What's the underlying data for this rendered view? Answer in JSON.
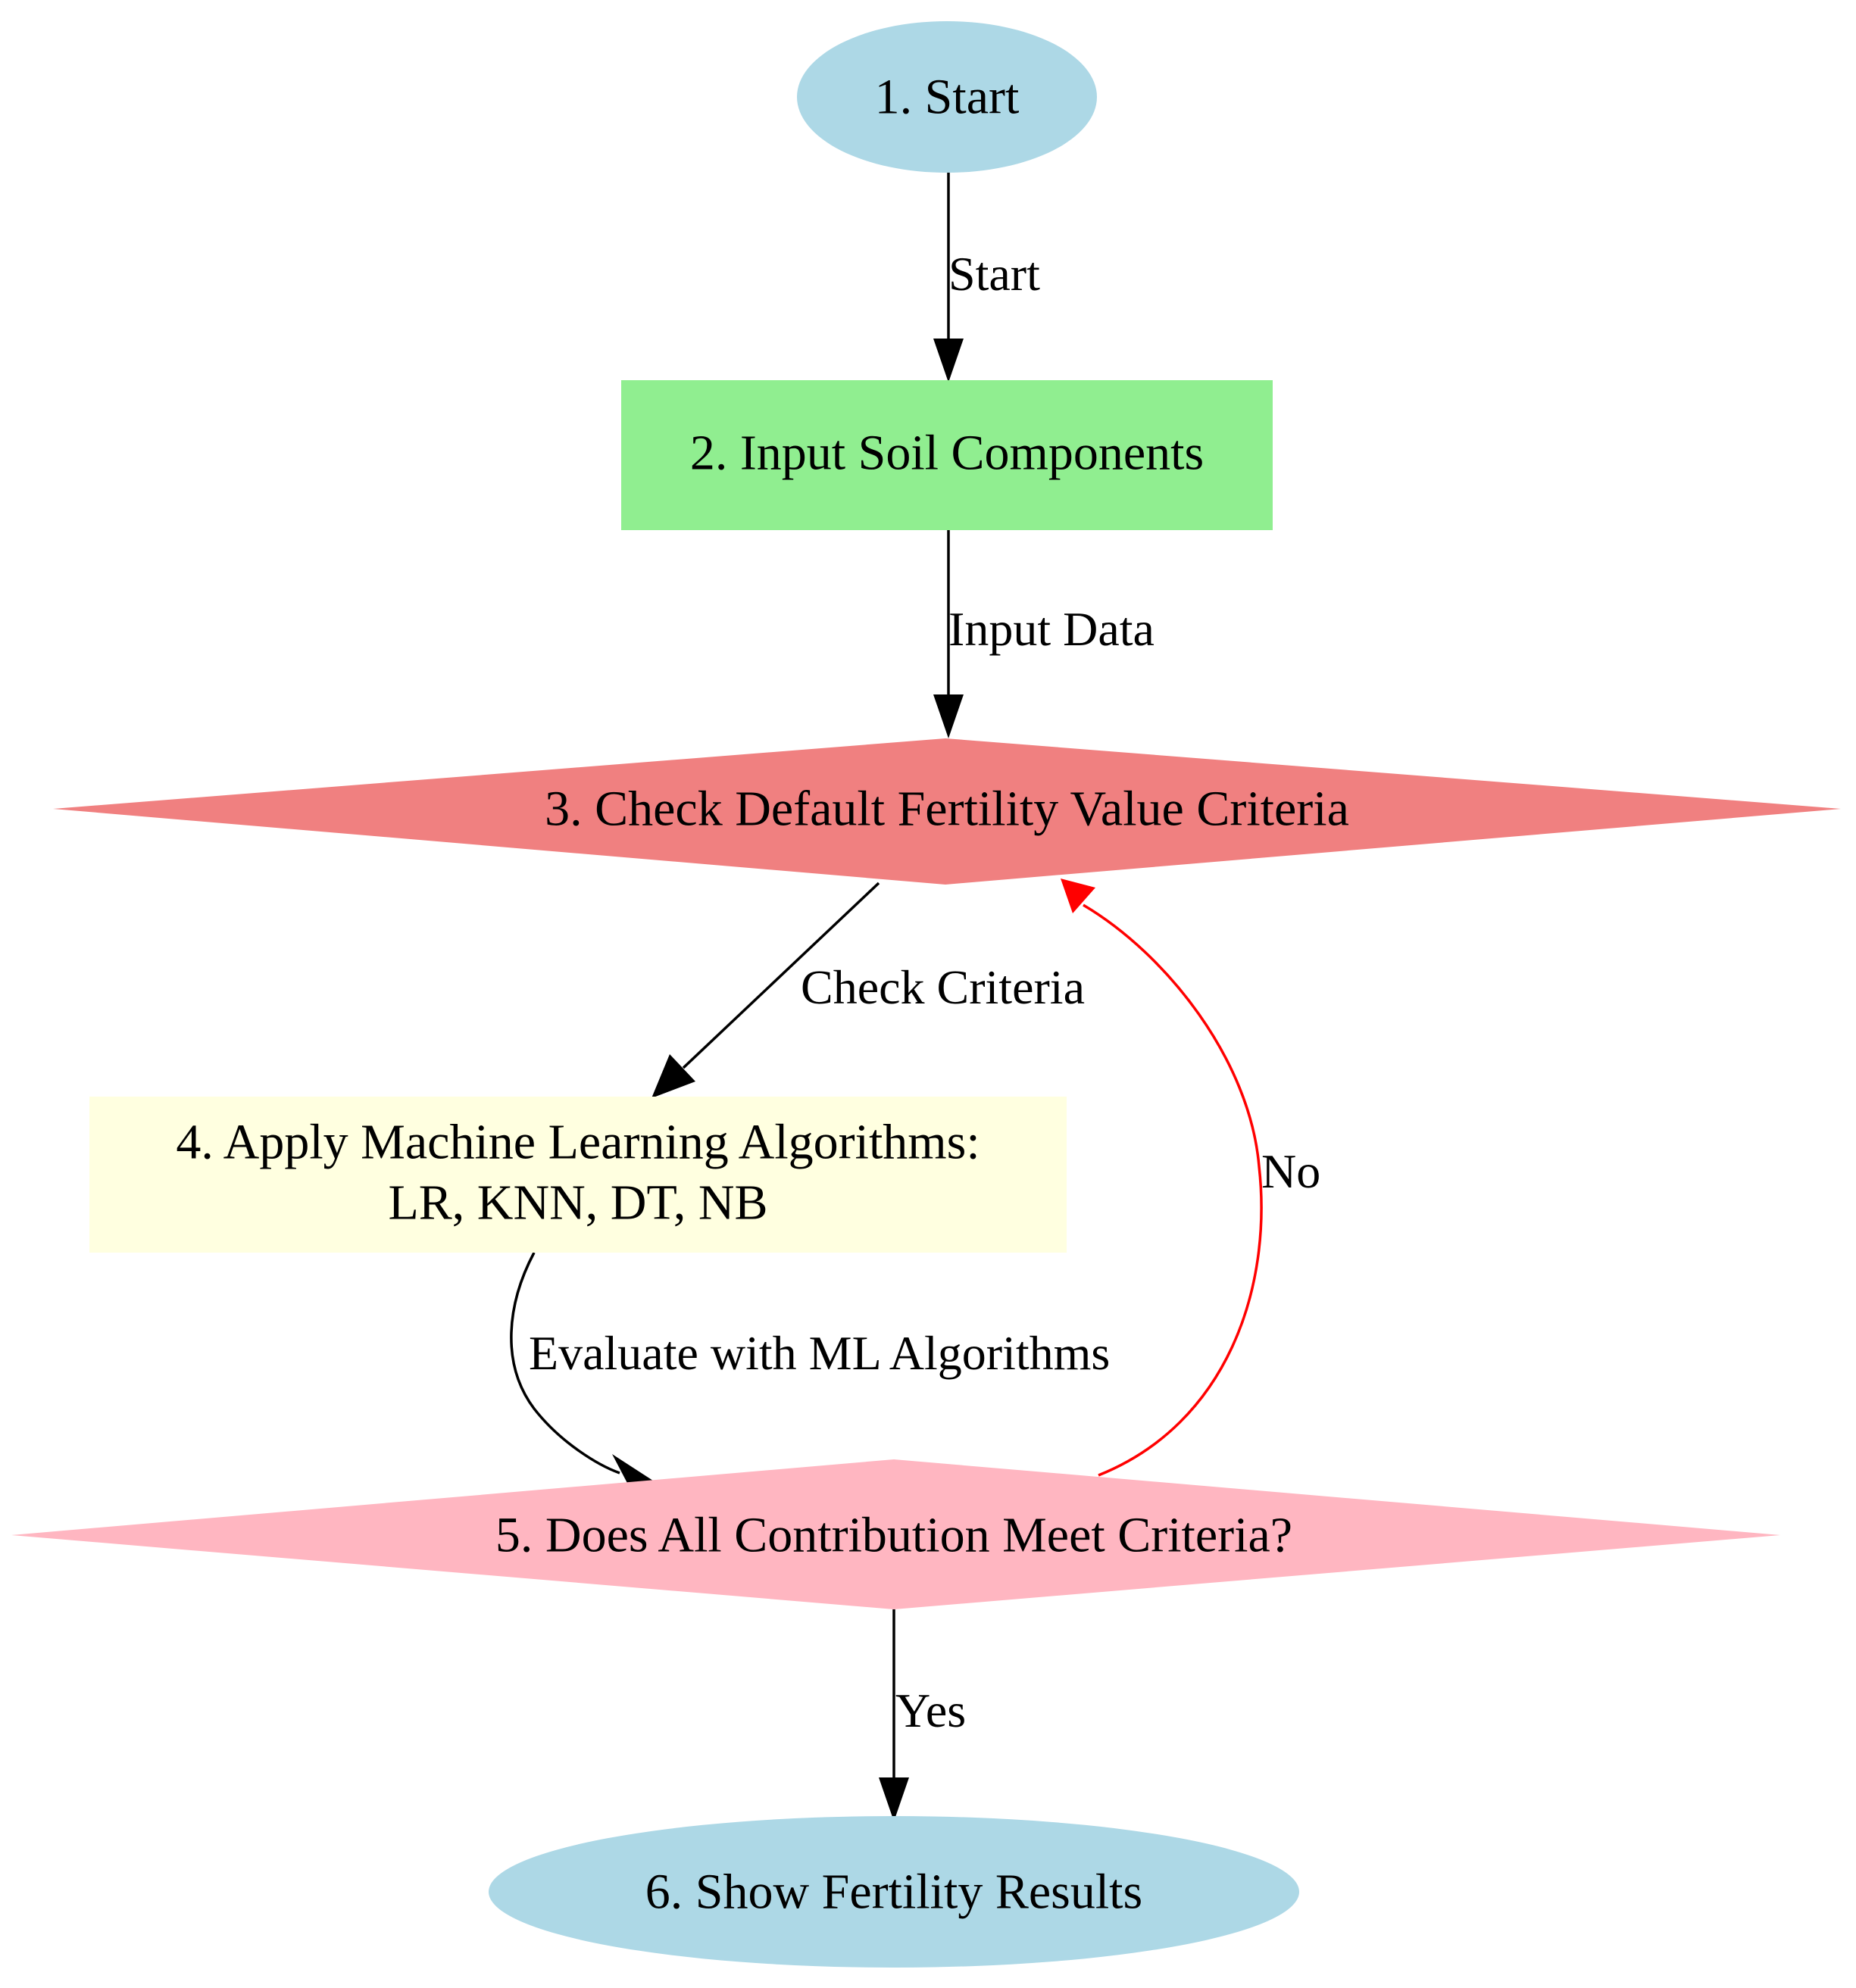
{
  "nodes": {
    "start": {
      "label": "1. Start",
      "fill": "#add8e6",
      "shape": "ellipse"
    },
    "input": {
      "label": "2. Input Soil Components",
      "fill": "#90ee90",
      "shape": "rectangle"
    },
    "check": {
      "label": "3. Check Default Fertility Value Criteria",
      "fill": "#f08080",
      "shape": "diamond"
    },
    "apply": {
      "label_line1": "4. Apply Machine Learning Algorithms:",
      "label_line2": "LR, KNN, DT, NB",
      "fill": "#ffffe0",
      "shape": "rectangle"
    },
    "decision": {
      "label": "5. Does All Contribution Meet Criteria?",
      "fill": "#ffb6c1",
      "shape": "diamond"
    },
    "results": {
      "label": "6. Show Fertility Results",
      "fill": "#add8e6",
      "shape": "ellipse"
    }
  },
  "edges": {
    "start_to_input": {
      "label": "Start",
      "color": "#000000"
    },
    "input_to_check": {
      "label": "Input Data",
      "color": "#000000"
    },
    "check_to_apply": {
      "label": "Check Criteria",
      "color": "#000000"
    },
    "apply_to_decision": {
      "label": "Evaluate with ML Algorithms",
      "color": "#000000"
    },
    "decision_to_check": {
      "label": "No",
      "color": "#ff0000"
    },
    "decision_to_results": {
      "label": "Yes",
      "color": "#000000"
    }
  }
}
